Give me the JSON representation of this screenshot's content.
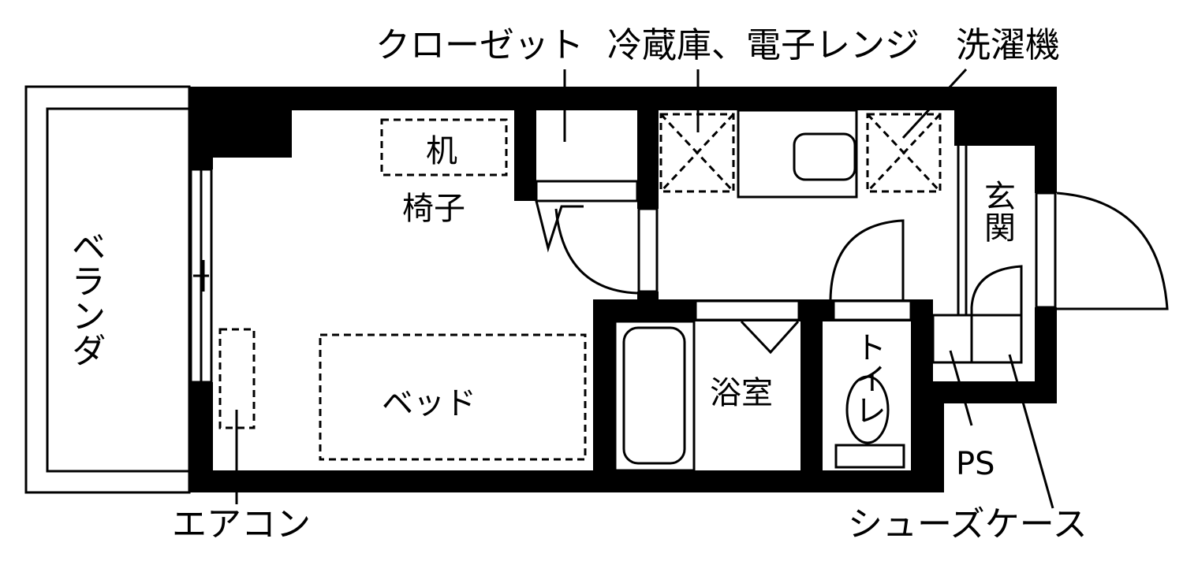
{
  "labels": {
    "closet": "クローゼット",
    "fridge_microwave": "冷蔵庫、電子レンジ",
    "washer": "洗濯機",
    "desk": "机",
    "chair": "椅子",
    "veranda": "ベランダ",
    "bed": "ベッド",
    "bathroom": "浴室",
    "toilet": "トイレ",
    "entrance": "玄関",
    "ps": "PS",
    "air_conditioner": "エアコン",
    "shoe_case": "シューズケース"
  }
}
